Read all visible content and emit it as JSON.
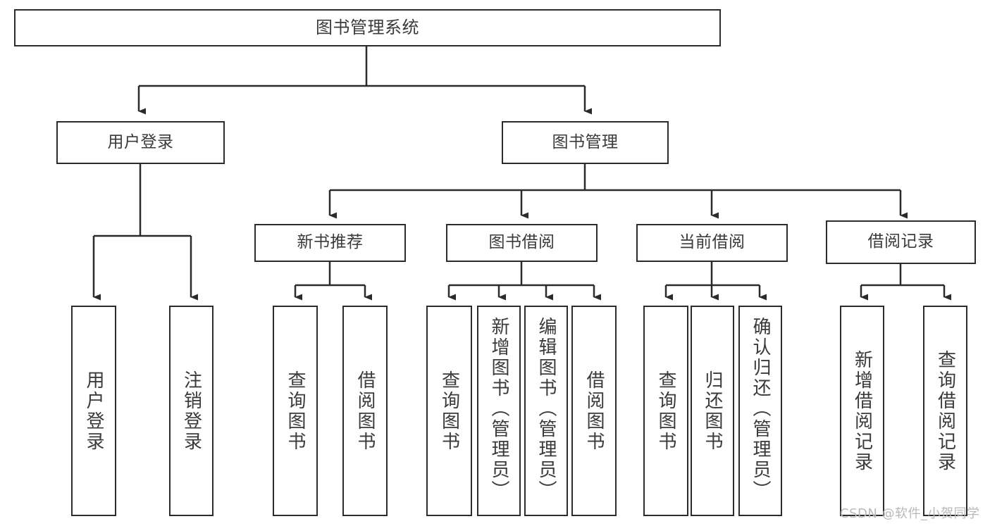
{
  "diagram": {
    "title": "图书管理系统",
    "type": "hierarchy-tree",
    "watermark": "CSDN @软件_小贺同学",
    "colors": {
      "stroke": "#2b2b2b",
      "text": "#3a3a3a",
      "background": "#ffffff",
      "watermark": "#b9b9b9"
    },
    "root": {
      "label": "图书管理系统"
    },
    "level2": [
      {
        "label": "用户登录"
      },
      {
        "label": "图书管理"
      }
    ],
    "level3": [
      {
        "label": "新书推荐"
      },
      {
        "label": "图书借阅"
      },
      {
        "label": "当前借阅"
      },
      {
        "label": "借阅记录"
      }
    ],
    "leaves": {
      "user_login": [
        {
          "label": "用户登录"
        },
        {
          "label": "注销登录"
        }
      ],
      "new_book_recommend": [
        {
          "label": "查询图书"
        },
        {
          "label": "借阅图书"
        }
      ],
      "book_borrow": [
        {
          "label": "查询图书"
        },
        {
          "label": "新增图书（管理员）"
        },
        {
          "label": "编辑图书（管理员）"
        },
        {
          "label": "借阅图书"
        }
      ],
      "current_borrow": [
        {
          "label": "查询图书"
        },
        {
          "label": "归还图书"
        },
        {
          "label": "确认归还（管理员）"
        }
      ],
      "borrow_record": [
        {
          "label": "新增借阅记录"
        },
        {
          "label": "查询借阅记录"
        }
      ]
    }
  }
}
